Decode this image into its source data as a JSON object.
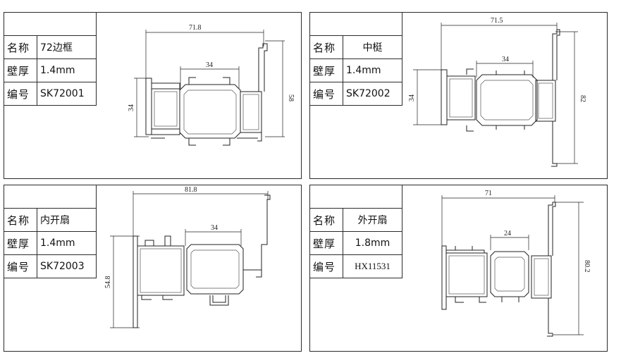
{
  "labels": {
    "name": "名称",
    "thickness": "壁厚",
    "code": "编号"
  },
  "panels": [
    {
      "name": "72边框",
      "thickness": "1.4mm",
      "code": "SK72001",
      "dims": {
        "width": "71.8",
        "inner": "34",
        "left": "34",
        "right": "58"
      }
    },
    {
      "name": "中梃",
      "thickness": "1.4mm",
      "code": "SK72002",
      "dims": {
        "width": "71.5",
        "inner": "34",
        "left": "34",
        "right": "82"
      }
    },
    {
      "name": "内开扇",
      "thickness": "1.4mm",
      "code": "SK72003",
      "dims": {
        "width": "81.8",
        "inner": "34",
        "left": "54.8"
      }
    },
    {
      "name": "外开扇",
      "thickness": "1.8mm",
      "code": "HX11531",
      "dims": {
        "width": "71",
        "inner": "24",
        "right": "80.2"
      }
    }
  ]
}
